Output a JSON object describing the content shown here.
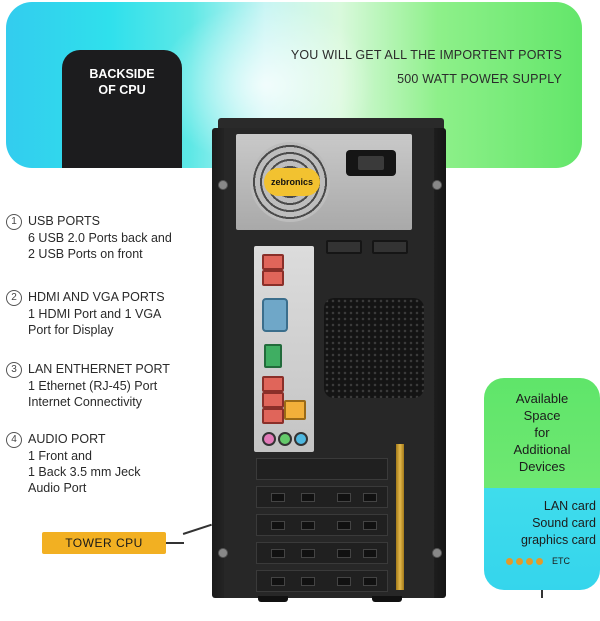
{
  "banner": {
    "line1": "YOU WILL GET ALL THE IMPORTENT PORTS",
    "line2": "500 WATT POWER SUPPLY",
    "colors": {
      "start": "#33ccee",
      "end": "#63e66a"
    }
  },
  "backside": {
    "line1": "BACKSIDE",
    "line2": "OF CPU"
  },
  "psu_brand": "zebronics",
  "features": [
    {
      "num": "1",
      "title": "USB PORTS",
      "desc": [
        "6 USB 2.0 Ports back and",
        "2 USB Ports on front"
      ]
    },
    {
      "num": "2",
      "title": "HDMI AND VGA PORTS",
      "desc": [
        "1 HDMI Port and 1 VGA",
        "Port for Display"
      ]
    },
    {
      "num": "3",
      "title": "LAN ENTHERNET PORT",
      "desc": [
        "1 Ethernet (RJ-45) Port",
        "Internet Connectivity"
      ]
    },
    {
      "num": "4",
      "title": "AUDIO PORT",
      "desc": [
        "1 Front and",
        "1 Back 3.5 mm Jeck",
        "Audio Port"
      ]
    }
  ],
  "tower_label": "TOWER CPU",
  "right_box": {
    "top": [
      "Available",
      "Space",
      "for",
      "Additional",
      "Devices"
    ],
    "bottom": [
      "LAN card",
      "Sound card",
      "graphics card"
    ],
    "etc": "ETC"
  }
}
